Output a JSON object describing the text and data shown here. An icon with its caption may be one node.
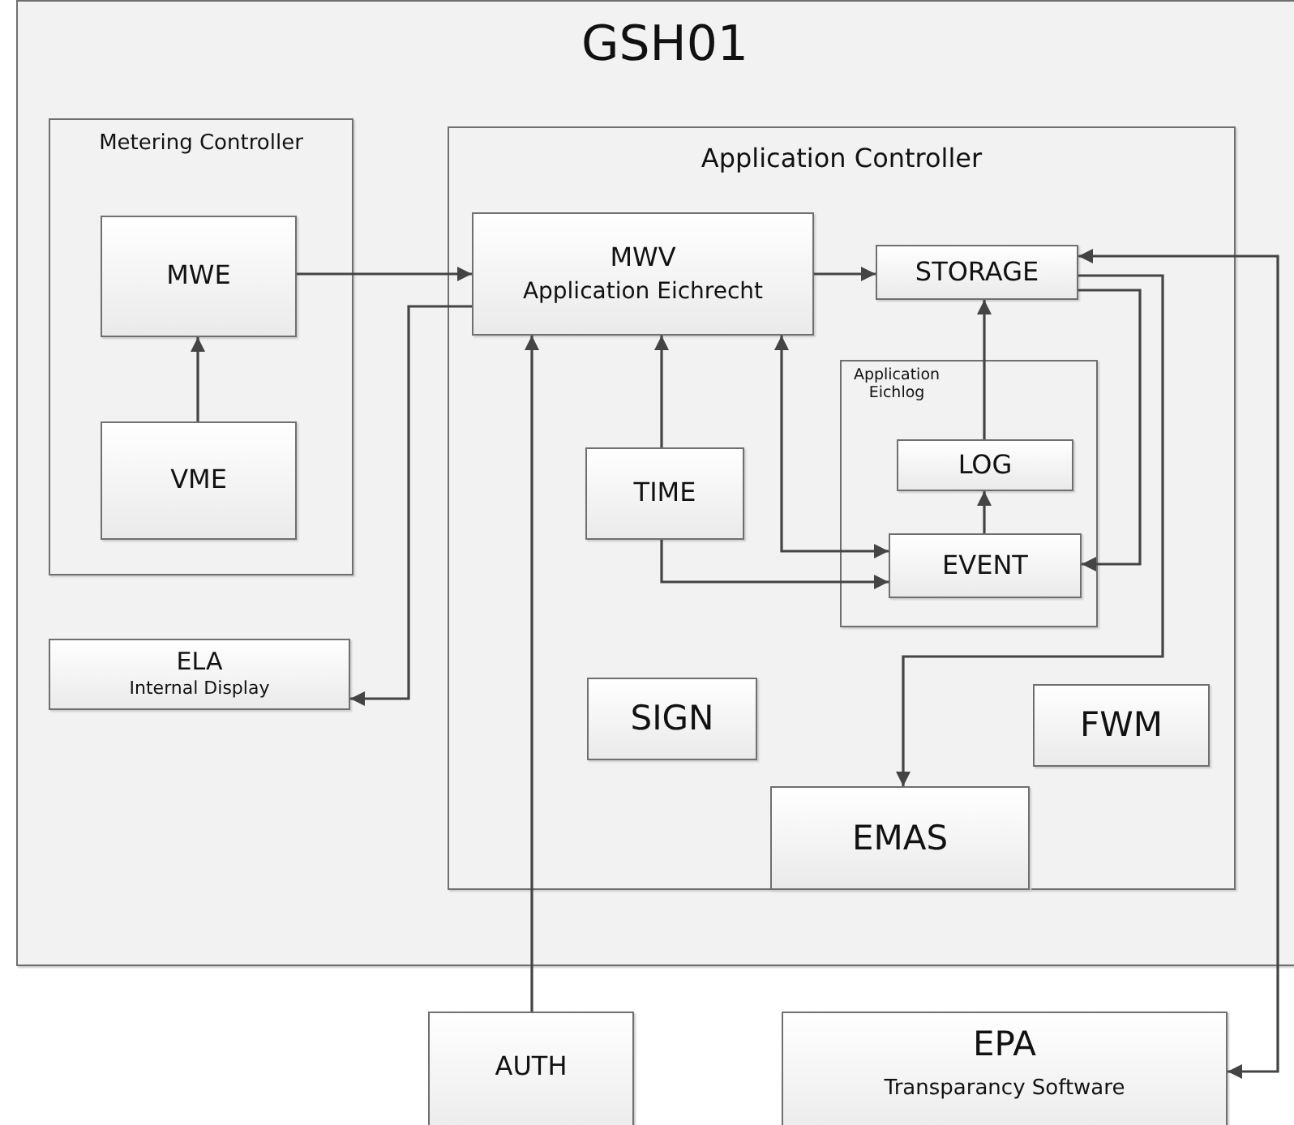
{
  "diagram": {
    "nodes": [
      {
        "text": [
          "GSH01"
        ]
      },
      {
        "text": [
          "Metering Controller"
        ],
        "in": 0
      },
      {
        "text": [
          "MWE"
        ],
        "in": 1
      },
      {
        "text": [
          "VME"
        ],
        "in": 1
      },
      {
        "text": [
          "Application Controller"
        ],
        "in": 0
      },
      {
        "text": [
          "MWV",
          "Application Eichrecht"
        ],
        "in": 4
      },
      {
        "text": [
          "STORAGE"
        ],
        "in": 4
      },
      {
        "text": [
          "Application Eichlog"
        ],
        "in": 4
      },
      {
        "text": [
          "LOG"
        ],
        "in": 7
      },
      {
        "text": [
          "EVENT"
        ],
        "in": 7
      },
      {
        "text": [
          "TIME"
        ],
        "in": 4
      },
      {
        "text": [
          "SIGN"
        ],
        "in": 4
      },
      {
        "text": [
          "EMAS"
        ],
        "in": 4
      },
      {
        "text": [
          "FWM"
        ],
        "in": 4
      },
      {
        "text": [
          "ELA",
          "Internal Display"
        ],
        "in": 0
      },
      {
        "text": [
          "AUTH"
        ]
      },
      {
        "text": [
          "EPA",
          "Transparancy Software"
        ]
      }
    ],
    "edges": [
      {
        "from": 2,
        "to": 5,
        "arrow": "to"
      },
      {
        "from": 3,
        "to": 2,
        "arrow": "to"
      },
      {
        "from": 5,
        "to": 14,
        "arrow": "to"
      },
      {
        "from": 15,
        "to": 5,
        "arrow": "to"
      },
      {
        "from": 10,
        "to": 5,
        "arrow": "to"
      },
      {
        "from": 5,
        "to": 9,
        "arrow": "both"
      },
      {
        "from": 10,
        "to": 9,
        "arrow": "to"
      },
      {
        "from": 5,
        "to": 6,
        "arrow": "to"
      },
      {
        "from": 9,
        "to": 8,
        "arrow": "to"
      },
      {
        "from": 8,
        "to": 6,
        "arrow": "to"
      },
      {
        "from": 6,
        "to": 9,
        "arrow": "to"
      },
      {
        "from": 6,
        "to": 12,
        "arrow": "to"
      },
      {
        "from": 6,
        "to": 16,
        "arrow": "both"
      }
    ]
  }
}
